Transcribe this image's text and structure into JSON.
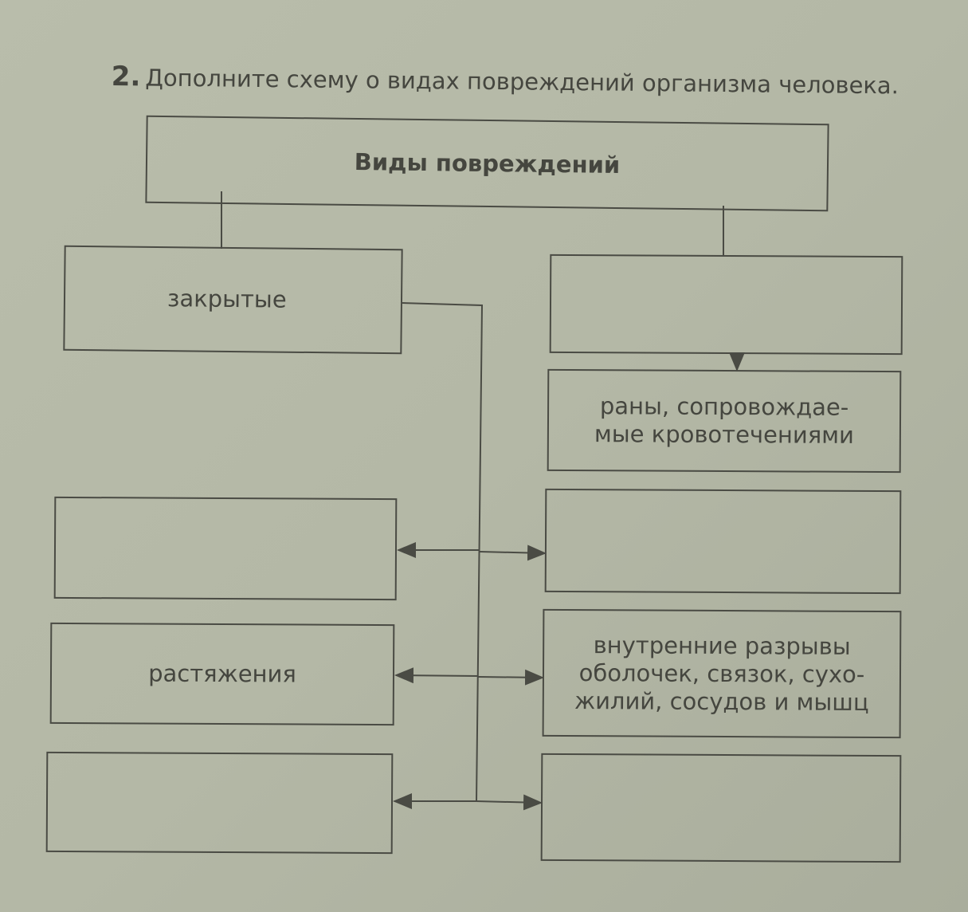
{
  "task": {
    "number": "2.",
    "text": "Дополните схему о видах повреждений организма человека."
  },
  "root": {
    "label": "Виды повреждений"
  },
  "boxes": {
    "closed": "закрытые",
    "open": "",
    "wounds": "раны, сопровождае-\nмые кровотечениями",
    "left_blank_1": "",
    "right_blank_1": "",
    "sprains": "растяжения",
    "internal": "внутренние разрывы\nоболочек, связок, сухо-\nжилий, сосудов и мышц",
    "left_blank_2": "",
    "right_blank_2": ""
  },
  "colors": {
    "line": "#4a4b44",
    "paper": "#b6baa8"
  }
}
